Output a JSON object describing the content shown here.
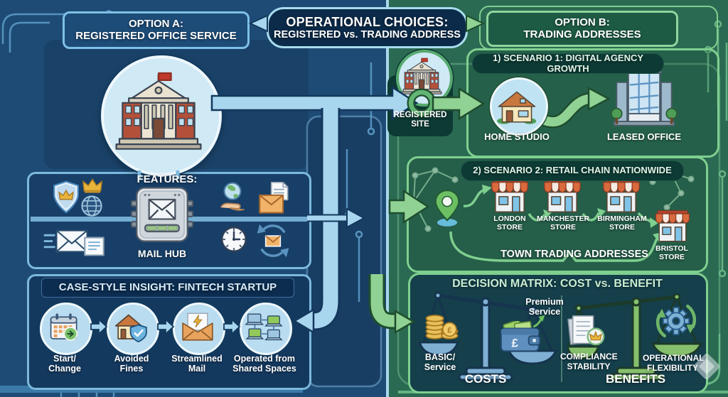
{
  "palette": {
    "left_bg": "#1e4b76",
    "right_bg": "#2b6a52",
    "accent_blue": "#a9d6ef",
    "accent_green": "#90d293",
    "navy_panel": "#0c2b4a",
    "teal_panel": "#0d3a34",
    "matrix_bg": "#143f4b"
  },
  "header": {
    "center": {
      "line1": "OPERATIONAL CHOICES:",
      "line2": "REGISTERED vs. TRADING ADDRESS"
    },
    "option_a": {
      "line1": "OPTION A:",
      "line2": "REGISTERED OFFICE SERVICE"
    },
    "option_b": {
      "line1": "OPTION B:",
      "line2": "TRADING ADDRESSES"
    }
  },
  "left": {
    "features": {
      "title": "FEATURES:",
      "hub_label": "MAIL HUB"
    },
    "case_study": {
      "title": "CASE-STYLE INSIGHT: FINTECH STARTUP",
      "steps": [
        {
          "icon": "calendar-icon",
          "label": "Start/\nChange"
        },
        {
          "icon": "house-shield-icon",
          "label": "Avoided\nFines"
        },
        {
          "icon": "flash-mail-icon",
          "label": "Streamlined\nMail"
        },
        {
          "icon": "shared-computers-icon",
          "label": "Operated from\nShared Spaces"
        }
      ]
    }
  },
  "right": {
    "registered_site_label": "REGISTERED\nSITE",
    "scenario1": {
      "title": "1) SCENARIO 1: DIGITAL AGENCY GROWTH",
      "from_label": "HOME STUDIO",
      "to_label": "LEASED OFFICE"
    },
    "scenario2": {
      "title": "2) SCENARIO 2: RETAIL CHAIN NATIONWIDE",
      "stores": [
        {
          "label": "LONDON\nSTORE"
        },
        {
          "label": "MANCHESTER\nSTORE"
        },
        {
          "label": "BIRMINGHAM\nSTORE"
        },
        {
          "label": "BRISTOL\nSTORE"
        }
      ],
      "caption": "TOWN TRADING ADDRESSES"
    },
    "matrix": {
      "title": "DECISION MATRIX: COST vs. BENEFIT",
      "cost_side": {
        "item_low": "BASIC/\nService",
        "item_high": "Premium\nService",
        "axis": "COSTS"
      },
      "benefit_side": {
        "item_left": "COMPLIANCE\nSTABILITY",
        "item_right": "OPERATIONAL\nFLEXIBILITY",
        "axis": "BENEFITS"
      }
    }
  },
  "icons": {
    "classical-building-icon": "government building with flag",
    "house-icon": "home studio house",
    "office-icon": "leased glass office building",
    "store-icon": "retail storefront with awning",
    "pin-icon": "map location pin",
    "calendar-icon": "calendar with change arrow",
    "house-shield-icon": "house with shield checkmark",
    "flash-mail-icon": "envelope with lightning letter",
    "shared-computers-icon": "networked laptops",
    "shield-crown-icon": "shield with crown",
    "crown-icon": "crown",
    "globe-icon": "globe",
    "hand-globe-icon": "hand offering globe",
    "mail-doc-icon": "envelope with document",
    "express-mail-icon": "express envelope with speed lines",
    "clock-icon": "clock",
    "mail-sync-icon": "mail forwarding cycle",
    "mail-hub-icon": "mail hub device",
    "coins-icon": "stack of pound coins",
    "wallet-icon": "wallet with pound sign and cash",
    "docs-crown-icon": "documents with crown badge",
    "gear-cycle-icon": "gear with recycling arrows",
    "growth-arrow-icon": "green upward arrow"
  }
}
